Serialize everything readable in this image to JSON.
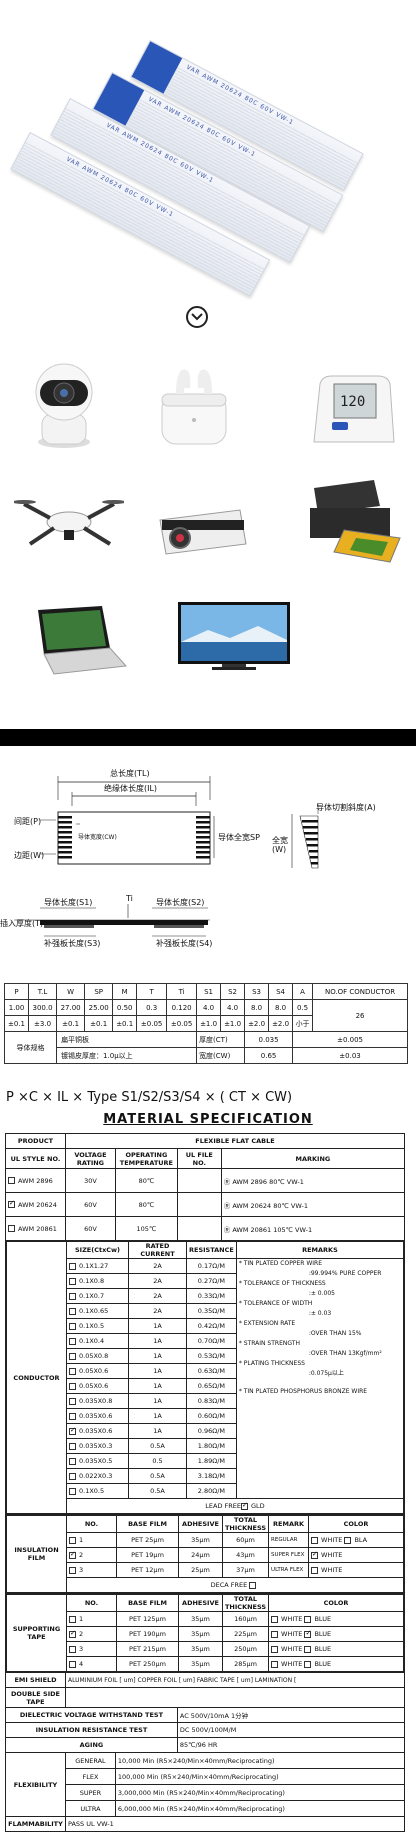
{
  "ribbon_text": "VAR  AWM  20624  80C  60V  VW-1",
  "diagram": {
    "tl": "总长度(TL)",
    "il": "绝缘体长度(IL)",
    "pitch": "间距(P)",
    "edge": "边距(W)",
    "cw": "导体宽度(CW)",
    "sp": "导体全宽SP",
    "full_w": "全宽(W)",
    "bevel": "导体切割斜度(A)",
    "ti": "Ti",
    "s1": "导体长度(S1)",
    "s2": "导体长度(S2)",
    "insert_t": "插入厚度(T)",
    "s3": "补强板长度(S3)",
    "s4": "补强板长度(S4)"
  },
  "param_table": {
    "headers": [
      "P",
      "T.L",
      "W",
      "SP",
      "M",
      "T",
      "Ti",
      "S1",
      "S2",
      "S3",
      "S4",
      "A",
      "NO.OF CONDUCTOR"
    ],
    "values": [
      "1.00",
      "300.0",
      "27.00",
      "25.00",
      "0.50",
      "0.3",
      "0.120",
      "4.0",
      "4.0",
      "8.0",
      "8.0",
      "0.5",
      "26"
    ],
    "tols": [
      "±0.1",
      "±3.0",
      "±0.1",
      "±0.1",
      "±0.1",
      "±0.05",
      "±0.05",
      "±1.0",
      "±1.0",
      "±2.0",
      "±2.0",
      "小于"
    ],
    "spec_label": "导体规格",
    "flat_copper": "扁平铜板",
    "thickness_ct": "厚度(CT)",
    "ct_val": "0.035",
    "ct_tol": "±0.005",
    "tin": "镀锡皮厚度：1.0μ以上",
    "width_cw": "宽度(CW)",
    "cw_val": "0.65",
    "cw_tol": "±0.03"
  },
  "formula": "P ×C  ×   IL  × Type  S1/S2/S3/S4 × ( CT × CW)",
  "material_title": "MATERIAL  SPECIFICATION",
  "mat": {
    "product": "PRODUCT",
    "product_val": "FLEXIBLE FLAT CABLE",
    "ul_style": "UL STYLE NO.",
    "voltage": "VOLTAGE RATING",
    "op_temp": "OPERATING TEMPERATURE",
    "ul_file": "UL FILE NO.",
    "marking": "MARKING",
    "styles": [
      {
        "no": "AWM 2896",
        "v": "30V",
        "t": "80℃",
        "m": "AWM  2896  80℃ VW-1",
        "on": false
      },
      {
        "no": "AWM 20624",
        "v": "60V",
        "t": "80℃",
        "m": "AWM  20624  80℃ VW-1",
        "on": true
      },
      {
        "no": "AWM 20861",
        "v": "60V",
        "t": "105℃",
        "m": "AWM  20861  105℃ VW-1",
        "on": false
      }
    ],
    "conductor": "CONDUCTOR",
    "size_h": "SIZE(CtxCw)",
    "rated_h": "RATED CURRENT",
    "res_h": "RESISTANCE",
    "remarks_h": "REMARKS",
    "sizes": [
      {
        "s": "0.1X1.27",
        "r": "2A",
        "o": "0.17Ω/M",
        "on": false
      },
      {
        "s": "0.1X0.8",
        "r": "2A",
        "o": "0.27Ω/M",
        "on": false
      },
      {
        "s": "0.1X0.7",
        "r": "2A",
        "o": "0.33Ω/M",
        "on": false
      },
      {
        "s": "0.1X0.65",
        "r": "2A",
        "o": "0.35Ω/M",
        "on": false
      },
      {
        "s": "0.1X0.5",
        "r": "1A",
        "o": "0.42Ω/M",
        "on": false
      },
      {
        "s": "0.1X0.4",
        "r": "1A",
        "o": "0.70Ω/M",
        "on": false
      },
      {
        "s": "0.05X0.8",
        "r": "1A",
        "o": "0.53Ω/M",
        "on": false
      },
      {
        "s": "0.05X0.6",
        "r": "1A",
        "o": "0.63Ω/M",
        "on": false
      },
      {
        "s": "0.05X0.6",
        "r": "1A",
        "o": "0.65Ω/M",
        "on": false
      },
      {
        "s": "0.035X0.8",
        "r": "1A",
        "o": "0.83Ω/M",
        "on": false
      },
      {
        "s": "0.035X0.6",
        "r": "1A",
        "o": "0.60Ω/M",
        "on": false
      },
      {
        "s": "0.035X0.6",
        "r": "1A",
        "o": "0.96Ω/M",
        "on": true
      },
      {
        "s": "0.035X0.3",
        "r": "0.5A",
        "o": "1.80Ω/M",
        "on": false
      },
      {
        "s": "0.035X0.5",
        "r": "0.5",
        "o": "1.89Ω/M",
        "on": false
      },
      {
        "s": "0.022X0.3",
        "r": "0.5A",
        "o": "3.18Ω/M",
        "on": false
      },
      {
        "s": "0.1X0.5",
        "r": "0.5A",
        "o": "2.80Ω/M",
        "on": false
      }
    ],
    "remarks": [
      "* TIN PLATED COPPER WIRE",
      ":99.994%  PURE COPPER",
      "* TOLERANCE OF THICKNESS",
      ":± 0.005",
      "* TOLERANCE OF WIDTH",
      ":± 0.03",
      "* EXTENSION RATE",
      ":OVER THAN 15%",
      "* STRAIN STRENGTH",
      ":OVER THAN 13Kgf/mm²",
      "* PLATING THICKNESS",
      ":0.075μ以上",
      "* TIN PLATED PHOSPHORUS BRONZE WIRE"
    ],
    "lead_free": "LEAD  FREE",
    "gld": "GLD",
    "ins_film": "INSULATION FILM",
    "no_h": "NO.",
    "base_h": "BASE FILM",
    "adh_h": "ADHESIVE",
    "tot_h": "TOTAL THICKNESS",
    "rem_h": "REMARK",
    "color_h": "COLOR",
    "films": [
      {
        "n": "1",
        "b": "PET 25μm",
        "a": "35μm",
        "t": "60μm",
        "r": "REGULAR",
        "c1": "WHITE",
        "c2": "BLA",
        "on": false,
        "c1on": false
      },
      {
        "n": "2",
        "b": "PET 19μm",
        "a": "24μm",
        "t": "43μm",
        "r": "SUPER FLEX",
        "c1": "WHITE",
        "c2": "",
        "on": true,
        "c1on": true
      },
      {
        "n": "3",
        "b": "PET 12μm",
        "a": "25μm",
        "t": "37μm",
        "r": "ULTRA FLEX",
        "c1": "WHITE",
        "c2": "",
        "on": false,
        "c1on": false
      }
    ],
    "deca_free": "DECA  FREE",
    "sup_tape": "SUPPORTING TAPE",
    "tapes": [
      {
        "n": "1",
        "b": "PET 125μm",
        "a": "35μm",
        "t": "160μm",
        "on": false,
        "won": false,
        "bon": false
      },
      {
        "n": "2",
        "b": "PET 190μm",
        "a": "35μm",
        "t": "225μm",
        "on": true,
        "won": false,
        "bon": true
      },
      {
        "n": "3",
        "b": "PET 215μm",
        "a": "35μm",
        "t": "250μm",
        "on": false,
        "won": false,
        "bon": false
      },
      {
        "n": "4",
        "b": "PET 250μm",
        "a": "35μm",
        "t": "285μm",
        "on": false,
        "won": false,
        "bon": false
      }
    ],
    "white": "WHITE",
    "blue": "BLUE",
    "emi": "EMI SHIELD",
    "emi_val": "ALUMINIUM FOIL [    um]    COPPER FOIL [    um]    FABRIC TAPE [    um]    LAMINATION [",
    "double": "DOUBLE SIDE TAPE",
    "dielectric": "DIELECTRIC VOLTAGE WITHSTAND TEST",
    "dielectric_val": "AC 500V/10mA 1分钟",
    "insres": "INSULATION RESISTANCE TEST",
    "insres_val": "DC 500V/100M/M",
    "aging": "AGING",
    "aging_val": "85℃/96 HR",
    "flex": "FLEXIBILITY",
    "flex_rows": [
      {
        "k": "GENERAL",
        "v": "10,000 Min (R5×240/Min×40mm/Reciprocating)"
      },
      {
        "k": "FLEX",
        "v": "100,000 Min (R5×240/Min×40mm/Reciprocating)"
      },
      {
        "k": "SUPER",
        "v": "3,000,000 Min  (R5×240/Min×40mm/Reciprocating)"
      },
      {
        "k": "ULTRA",
        "v": "6,000,000 Min (R5×240/Min×40mm/Reciprocating)"
      }
    ],
    "flam": "FLAMMABILITY",
    "flam_val": "PASS UL VW-1"
  }
}
